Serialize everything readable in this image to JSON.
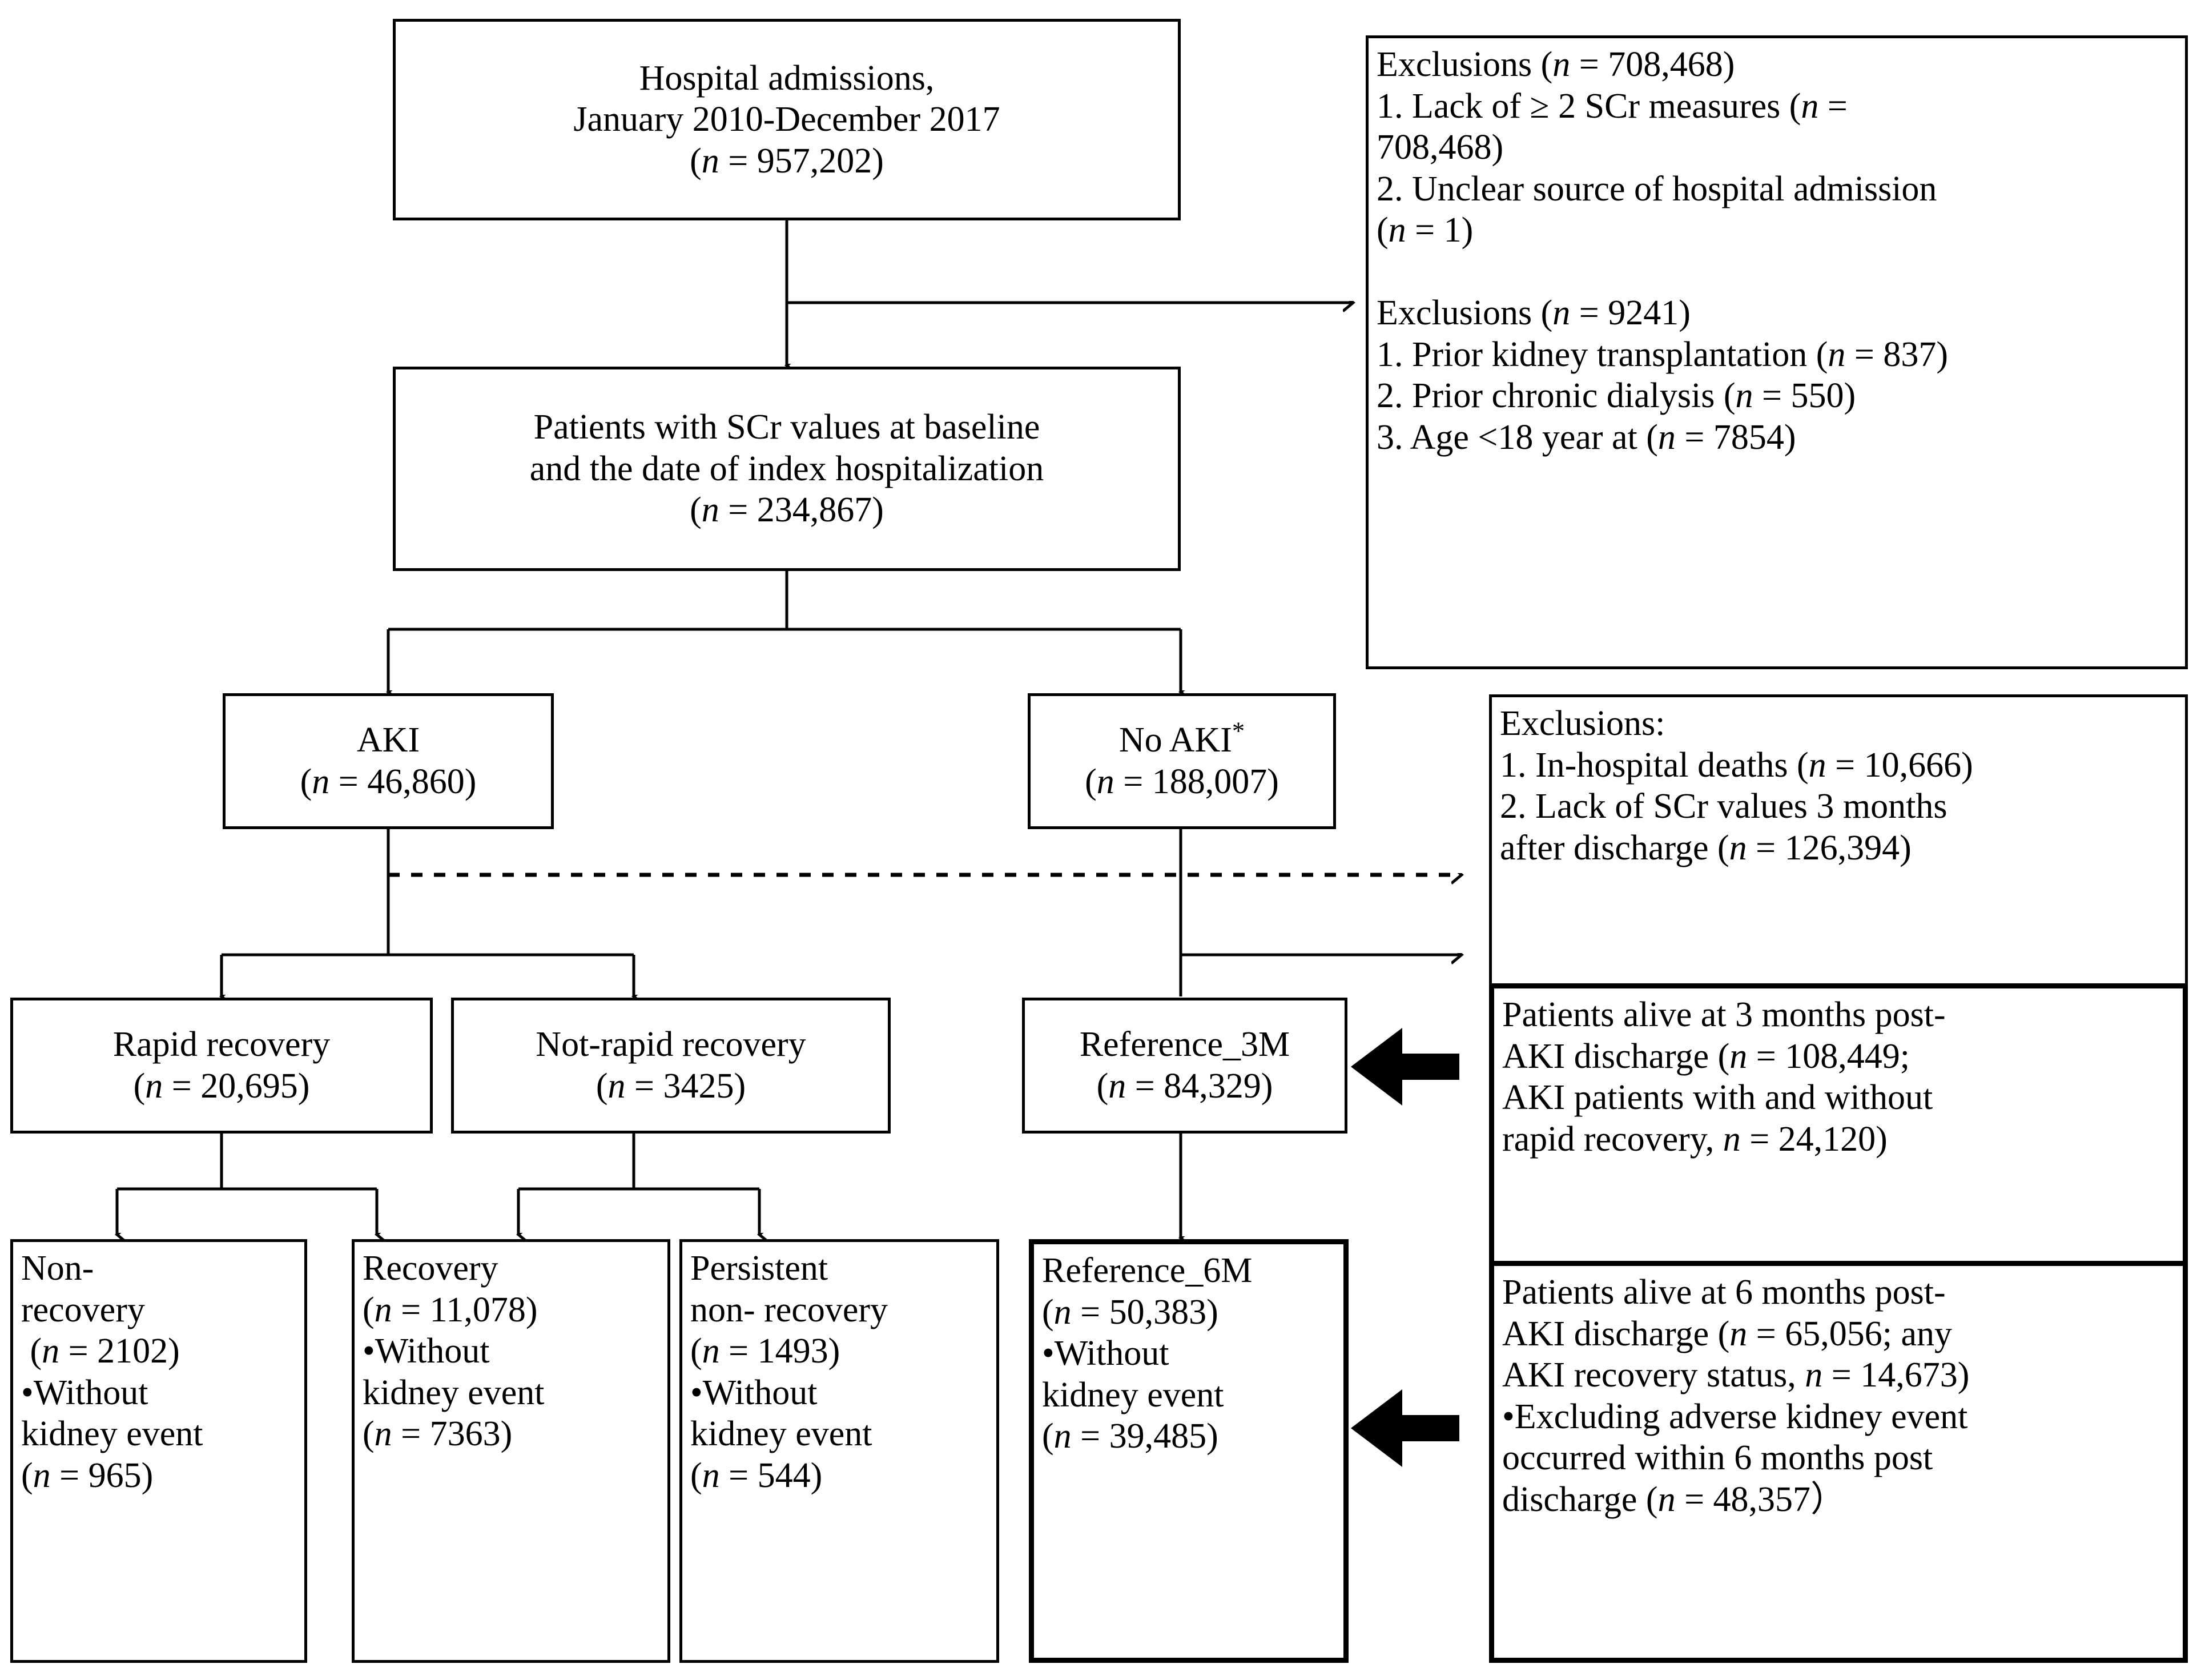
{
  "diagram": {
    "title": "AKI cohort study flow diagram",
    "stroke_color": "#000000",
    "background_color": "#ffffff"
  },
  "nodes": {
    "hospital_admissions": {
      "name": "Hospital admissions",
      "line1": "Hospital admissions,",
      "line2": "January 2010-December 2017",
      "line3_prefix": "(",
      "line3_italic": "n",
      "line3_suffix": " = 957,202)",
      "n": "957,202"
    },
    "patients_scr": {
      "line1": "Patients with SCr values at baseline",
      "line2": "and the date of index hospitalization",
      "line3_suffix": " = 234,867)",
      "n": "234,867"
    },
    "aki": {
      "line1": "AKI",
      "line2_suffix": " = 46,860)",
      "n": "46,860"
    },
    "no_aki": {
      "line1": "No AKI",
      "star": "*",
      "line2_suffix": " = 188,007)",
      "n": "188,007"
    },
    "rapid_recovery": {
      "line1": "Rapid recovery",
      "line2_suffix": " = 20,695)",
      "n": "20,695"
    },
    "not_rapid_recovery": {
      "line1": "Not-rapid recovery",
      "line2_suffix": " = 3425)",
      "n": "3425"
    },
    "reference_3m": {
      "line1": "Reference_3M",
      "line2_suffix": " = 84,329)",
      "n": "84,329"
    },
    "non_recovery": {
      "line1": "Non-",
      "line2": "recovery",
      "line3_suffix": " = 2102)",
      "bullet1_label": "•Without",
      "bullet1_label2": "kidney event",
      "bullet1_suffix": " = 965)",
      "n": "2102",
      "n_without_kidney_event": "965"
    },
    "recovery": {
      "line1": "Recovery",
      "line2_suffix": " = 11,078)",
      "bullet1_label": "•Without",
      "bullet1_label2": "kidney event",
      "bullet1_suffix": " = 7363)",
      "n": "11,078",
      "n_without_kidney_event": "7363"
    },
    "persistent_non_recovery": {
      "line1": "Persistent",
      "line2": "non- recovery",
      "line3_suffix": " = 1493)",
      "bullet1_label": "•Without",
      "bullet1_label2": "kidney event",
      "bullet1_suffix": " = 544)",
      "n": "1493",
      "n_without_kidney_event": "544"
    },
    "reference_6m": {
      "line1": "Reference_6M",
      "line2_suffix": " = 50,383)",
      "bullet1_label": "•Without",
      "bullet1_label2": "kidney event",
      "bullet1_suffix": " = 39,485)",
      "n": "50,383",
      "n_without_kidney_event": "39,485"
    }
  },
  "side_notes": {
    "exclusions_top": {
      "header_suffix": " = 708,468)",
      "header_label": "Exclusions (",
      "item1_a": "1. Lack of ≥ 2 SCr measures (",
      "item1_b": " =",
      "item1_c": "708,468)",
      "item2_a": "2. Unclear source of hospital admission",
      "item2_b": " = 1)",
      "blank": "",
      "header2_label": "Exclusions (",
      "header2_suffix": " = 9241)",
      "item3_a": "1. Prior kidney transplantation (",
      "item3_b": " = 837)",
      "item4_a": "2. Prior chronic dialysis (",
      "item4_b": " = 550)",
      "item5_a": "3. Age <18 year at (",
      "item5_b": " = 7854)"
    },
    "exclusions_mid": {
      "header": "Exclusions:",
      "item1_a": "1. In-hospital deaths  (",
      "item1_b": " = 10,666)",
      "item2_a": "2. Lack of SCr values 3 months",
      "item2_b": "after discharge (",
      "item2_c": " = 126,394)"
    },
    "alive_3m": {
      "l1": "Patients alive at 3 months post-",
      "l2a": "AKI discharge (",
      "l2b": " = 108,449;",
      "l3": "AKI patients with and without",
      "l4a": "rapid recovery, ",
      "l4b": " = 24,120)"
    },
    "alive_6m": {
      "l1": "Patients alive at 6 months post-",
      "l2a": "AKI discharge (",
      "l2b": " = 65,056; any",
      "l3a": "AKI recovery status, ",
      "l3b": "  = 14,673)",
      "l4": "•Excluding adverse kidney event",
      "l5": "occurred within 6 months post",
      "l6a": "discharge (",
      "l6b": " = 48,357）"
    }
  }
}
